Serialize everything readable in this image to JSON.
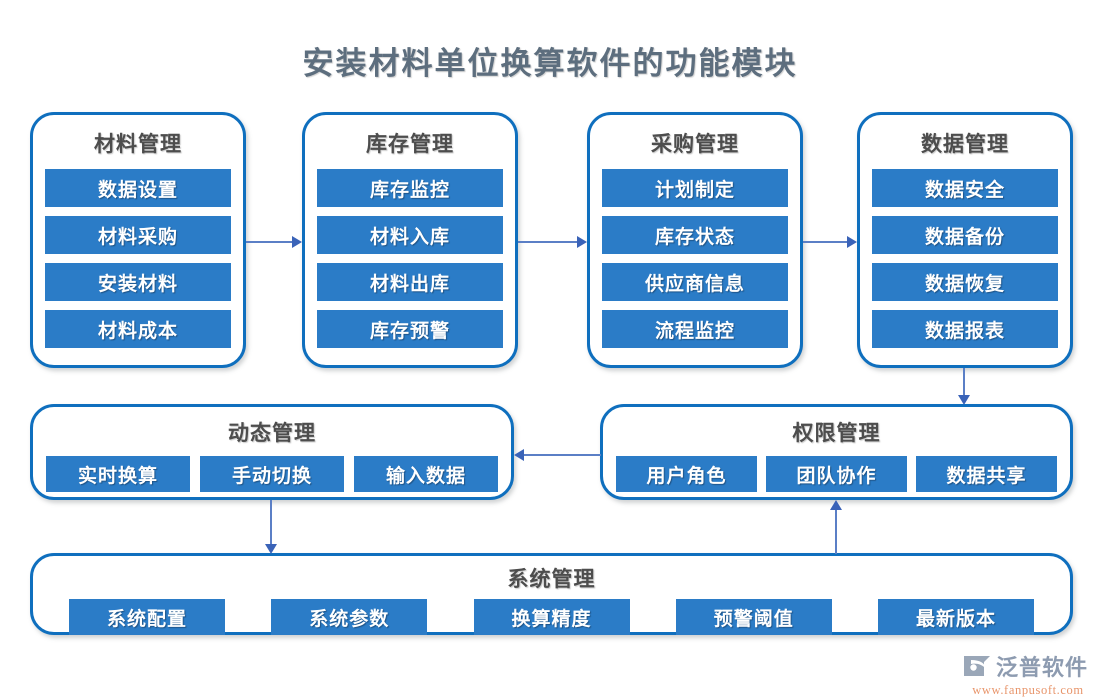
{
  "title": "安装材料单位换算软件的功能模块",
  "colors": {
    "card_border": "#0f6fbe",
    "chip_fill": "#2b7cc7",
    "chip_text": "#ffffff",
    "title_text": "#5d6e7e",
    "card_title_text": "#4d4d4d",
    "arrow": "#5b7fc6",
    "arrow_head": "#3a63b8",
    "logo_word": "#8d9bb0",
    "logo_url": "#e8956b"
  },
  "columns": [
    {
      "title": "材料管理",
      "items": [
        "数据设置",
        "材料采购",
        "安装材料",
        "材料成本"
      ]
    },
    {
      "title": "库存管理",
      "items": [
        "库存监控",
        "材料入库",
        "材料出库",
        "库存预警"
      ]
    },
    {
      "title": "采购管理",
      "items": [
        "计划制定",
        "库存状态",
        "供应商信息",
        "流程监控"
      ]
    },
    {
      "title": "数据管理",
      "items": [
        "数据安全",
        "数据备份",
        "数据恢复",
        "数据报表"
      ]
    }
  ],
  "dynamic": {
    "title": "动态管理",
    "items": [
      "实时换算",
      "手动切换",
      "输入数据"
    ]
  },
  "permission": {
    "title": "权限管理",
    "items": [
      "用户角色",
      "团队协作",
      "数据共享"
    ]
  },
  "system": {
    "title": "系统管理",
    "items": [
      "系统配置",
      "系统参数",
      "换算精度",
      "预警阈值",
      "最新版本"
    ]
  },
  "logo": {
    "word": "泛普软件",
    "url": "www.fanpusoft.com"
  }
}
